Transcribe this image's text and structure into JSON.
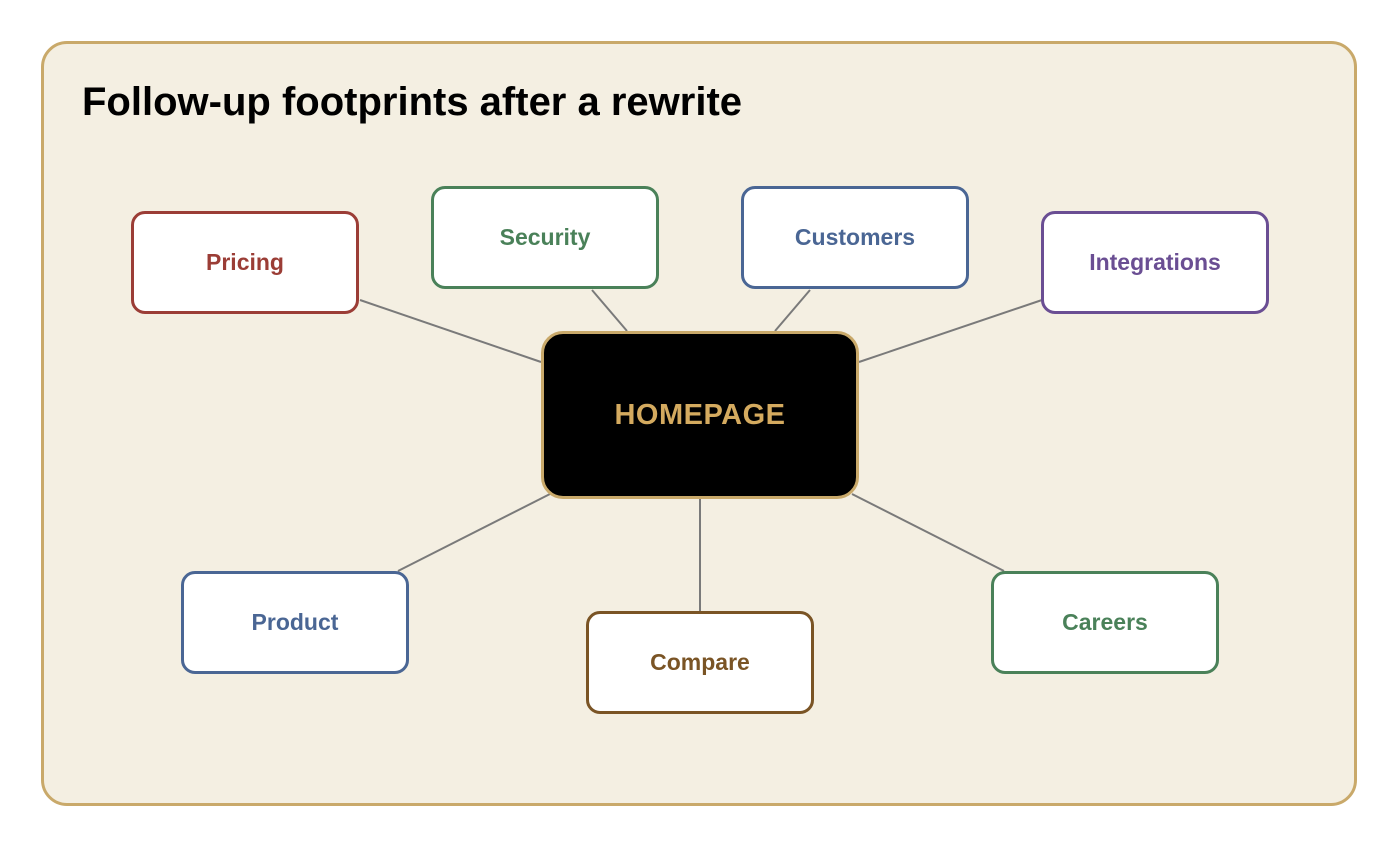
{
  "diagram": {
    "title": "Follow-up footprints after a rewrite",
    "hub": {
      "label": "HOMEPAGE",
      "text_color": "#d4aa5f",
      "border_color": "#c9a96a",
      "fill": "#000000"
    },
    "panel": {
      "background": "#f4efe2",
      "border_color": "#c9a96a"
    },
    "connector_color": "#7a7a7a",
    "nodes": [
      {
        "label": "Pricing",
        "color": "#9b3d36"
      },
      {
        "label": "Security",
        "color": "#4a8159"
      },
      {
        "label": "Customers",
        "color": "#4a6694"
      },
      {
        "label": "Integrations",
        "color": "#6a4e93"
      },
      {
        "label": "Product",
        "color": "#4a6694"
      },
      {
        "label": "Compare",
        "color": "#7a5425"
      },
      {
        "label": "Careers",
        "color": "#4a8159"
      }
    ]
  }
}
